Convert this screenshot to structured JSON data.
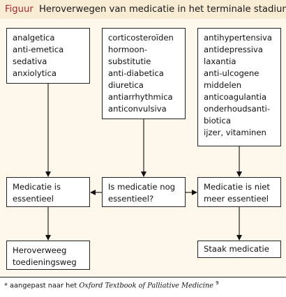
{
  "header": {
    "label": "Figuur",
    "title": "Heroverwegen van medicatie in het terminale stadium"
  },
  "boxes": {
    "essential_drugs": [
      "analgetica",
      "anti-emetica",
      "sedativa",
      "anxiolytica"
    ],
    "questionable_drugs": [
      "corticosteroïden",
      "hormoon-",
      "substitutie",
      "anti-diabetica",
      "diuretica",
      "antiarrhythmica",
      "anticonvulsiva"
    ],
    "nonessential_drugs": [
      "antihypertensiva",
      "antidepressiva",
      "laxantia",
      "anti-ulcogene",
      "middelen",
      "anticoagulantia",
      "onderhoudsanti-",
      "biotica",
      "ijzer, vitaminen"
    ],
    "essential_result": [
      "Medicatie is",
      "essentieel"
    ],
    "question": [
      "Is medicatie nog",
      "essentieel?"
    ],
    "nonessential_result": [
      "Medicatie is niet",
      "meer essentieel"
    ],
    "reconsider": [
      "Heroverweeg",
      "toedieningsweg"
    ],
    "stop": [
      "Staak medicatie"
    ]
  },
  "footnote": {
    "prefix": "* aangepast naar het",
    "source": "Oxford Textbook of Palliative Medicine",
    "ref": "9"
  }
}
